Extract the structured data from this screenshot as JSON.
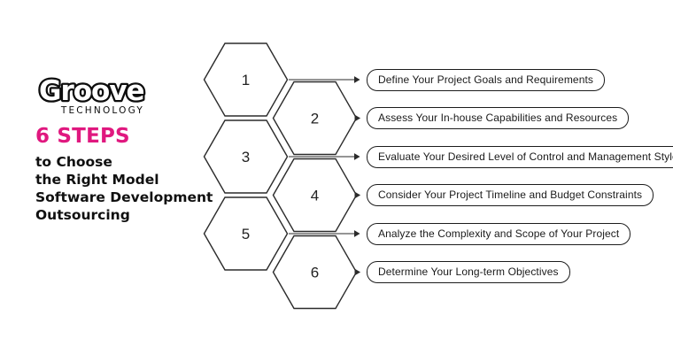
{
  "logo": {
    "brand": "Groove",
    "subtitle": "TECHNOLOGY"
  },
  "title": {
    "highlight": "6 STEPS",
    "lines": [
      "to Choose",
      "the Right Model",
      "Software Development",
      "Outsourcing"
    ]
  },
  "steps": [
    {
      "number": "1",
      "label": "Define Your Project Goals and Requirements"
    },
    {
      "number": "2",
      "label": "Assess Your In-house Capabilities and Resources"
    },
    {
      "number": "3",
      "label": "Evaluate Your Desired Level of Control and Management Style"
    },
    {
      "number": "4",
      "label": "Consider Your Project Timeline and Budget Constraints"
    },
    {
      "number": "5",
      "label": "Analyze the Complexity and Scope of Your Project"
    },
    {
      "number": "6",
      "label": "Determine Your Long-term Objectives"
    }
  ],
  "colors": {
    "accent_pink": "#e0187f",
    "ink": "#101010",
    "hexagon_stroke": "#2b2b2b",
    "background": "#ffffff"
  }
}
